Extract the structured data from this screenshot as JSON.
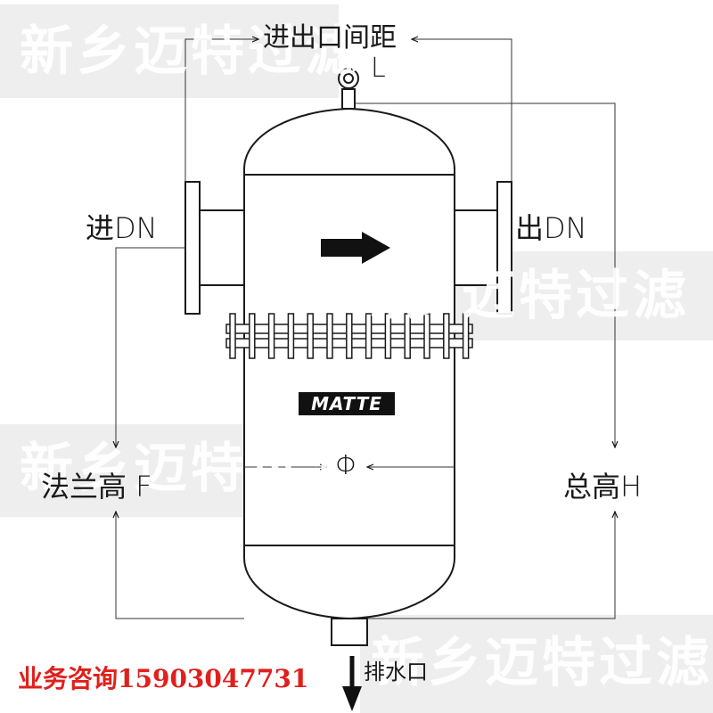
{
  "watermark": {
    "text": "新乡迈特过滤"
  },
  "labels": {
    "spacing_title": "进出口间距",
    "spacing_symbol": "L",
    "inlet": "进DN",
    "outlet": "出DN",
    "flange_height": "法兰高 F",
    "total_height": "总高H",
    "diameter": "Φ",
    "drain": "排水口"
  },
  "brand": {
    "name": "MATTE"
  },
  "contact": {
    "text": "业务咨询15903047731"
  },
  "colors": {
    "line": "#1a1a1a",
    "contact": "#e0201c",
    "watermark_box": "#c8c8c8"
  }
}
